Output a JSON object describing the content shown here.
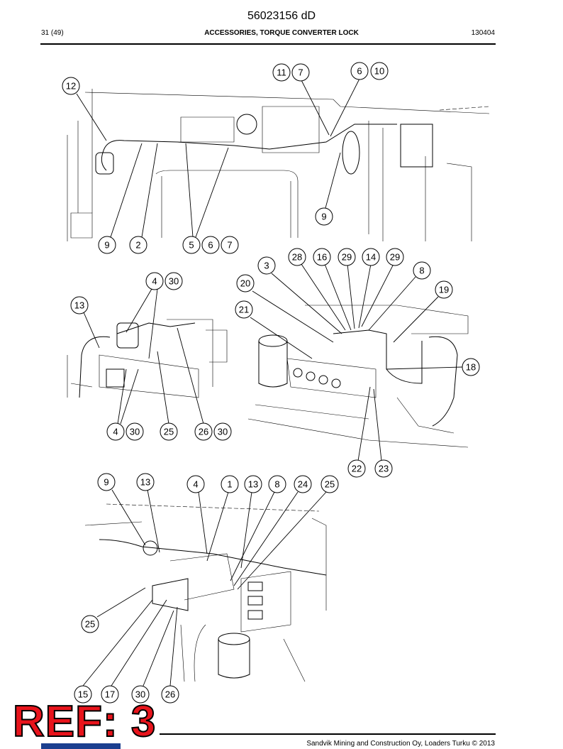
{
  "header": {
    "doc_number": "56023156 dD",
    "page": "31 (49)",
    "title": "ACCESSORIES, TORQUE CONVERTER LOCK",
    "date_code": "130404"
  },
  "stamp": "REF: 3",
  "footer": {
    "copyright": "Sandvik Mining and Construction Oy, Loaders Turku © 2013"
  },
  "callouts": {
    "top": [
      "11",
      "7",
      "6",
      "10",
      "12",
      "9",
      "2",
      "5",
      "6",
      "7",
      "9"
    ],
    "mid_left": [
      "4",
      "30",
      "13",
      "4",
      "30",
      "25",
      "26",
      "30"
    ],
    "mid_right": [
      "3",
      "28",
      "16",
      "29",
      "14",
      "29",
      "8",
      "20",
      "19",
      "21",
      "18",
      "22",
      "23"
    ],
    "bottom": [
      "9",
      "13",
      "4",
      "1",
      "13",
      "8",
      "24",
      "25",
      "25",
      "15",
      "17",
      "30",
      "26"
    ]
  }
}
